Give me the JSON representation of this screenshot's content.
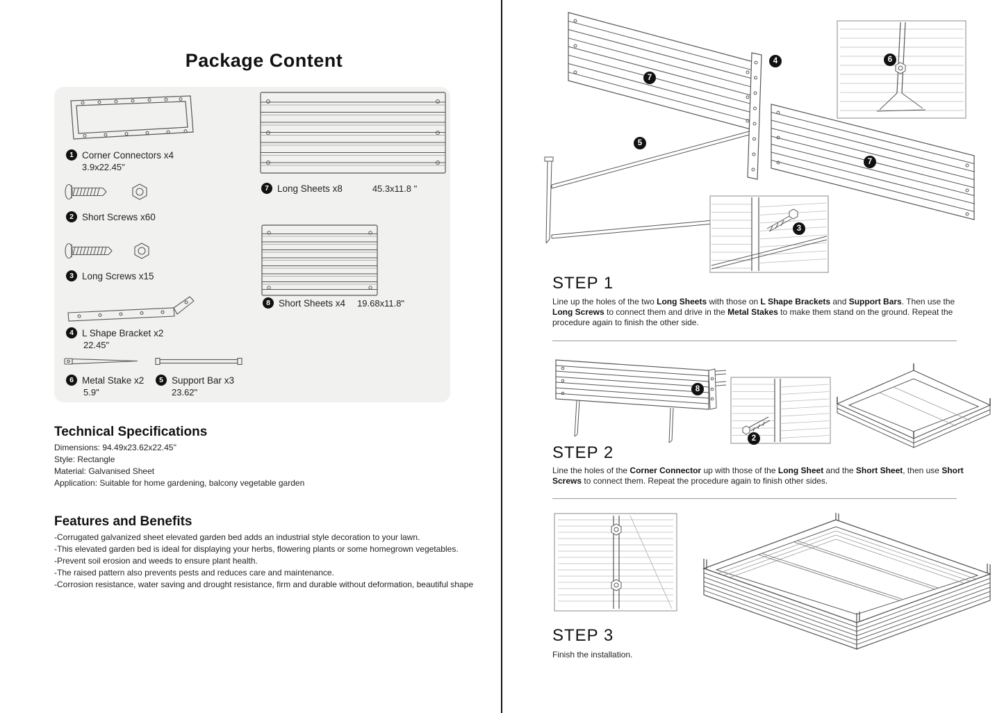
{
  "title": "Package Content",
  "package": {
    "corner": {
      "num": "1",
      "label": "Corner Connectors x4",
      "size": "3.9x22.45\""
    },
    "short_screws": {
      "num": "2",
      "label": "Short Screws x60"
    },
    "long_screws": {
      "num": "3",
      "label": "Long Screws x15"
    },
    "bracket": {
      "num": "4",
      "label": "L Shape Bracket x2",
      "size": "22.45\""
    },
    "stake": {
      "num": "6",
      "label": "Metal Stake x2",
      "size": "5.9\""
    },
    "support": {
      "num": "5",
      "label": "Support Bar x3",
      "size": "23.62\""
    },
    "long_sheets": {
      "num": "7",
      "label": "Long Sheets x8",
      "size": "45.3x11.8 \""
    },
    "short_sheets": {
      "num": "8",
      "label": "Short Sheets x4",
      "size": "19.68x11.8\""
    }
  },
  "specs": {
    "title": "Technical Specifications",
    "lines": [
      "Dimensions: 94.49x23.62x22.45''",
      "Style: Rectangle",
      "Material: Galvanised Sheet",
      "Application: Suitable for home gardening, balcony vegetable garden"
    ]
  },
  "features": {
    "title": "Features and Benefits",
    "lines": [
      "-Corrugated galvanized sheet elevated garden bed adds an industrial style decoration to your lawn.",
      "-This elevated garden bed is ideal for displaying your herbs, flowering plants or some homegrown vegetables.",
      "-Prevent soil erosion and weeds to ensure plant health.",
      "-The raised pattern also prevents pests and reduces care and maintenance.",
      "-Corrosion resistance, water saving and drought resistance, firm and durable without deformation, beautiful shape"
    ]
  },
  "steps": {
    "step1": {
      "title": "STEP 1",
      "badges": [
        "7",
        "4",
        "6",
        "5",
        "3",
        "7"
      ],
      "text": [
        {
          "t": "Line up the holes of the two "
        },
        {
          "t": "Long Sheets",
          "b": true
        },
        {
          "t": " with those on "
        },
        {
          "t": "L Shape Brackets",
          "b": true
        },
        {
          "t": " and "
        },
        {
          "t": "Support Bars",
          "b": true
        },
        {
          "t": ". Then use the "
        },
        {
          "t": "Long Screws",
          "b": true
        },
        {
          "t": " to connect them and drive in the "
        },
        {
          "t": "Metal Stakes",
          "b": true
        },
        {
          "t": " to make them stand on the ground. Repeat the procedure again to finish the other side."
        }
      ]
    },
    "step2": {
      "title": "STEP 2",
      "badges": [
        "8",
        "2"
      ],
      "text": [
        {
          "t": "Line the holes of the "
        },
        {
          "t": "Corner Connector",
          "b": true
        },
        {
          "t": " up with those of the "
        },
        {
          "t": "Long Sheet",
          "b": true
        },
        {
          "t": " and the "
        },
        {
          "t": "Short Sheet",
          "b": true
        },
        {
          "t": ", then use "
        },
        {
          "t": "Short Screws",
          "b": true
        },
        {
          "t": " to connect them. Repeat the procedure again to finish other sides."
        }
      ]
    },
    "step3": {
      "title": "STEP 3",
      "text": [
        {
          "t": "Finish the installation."
        }
      ]
    }
  }
}
